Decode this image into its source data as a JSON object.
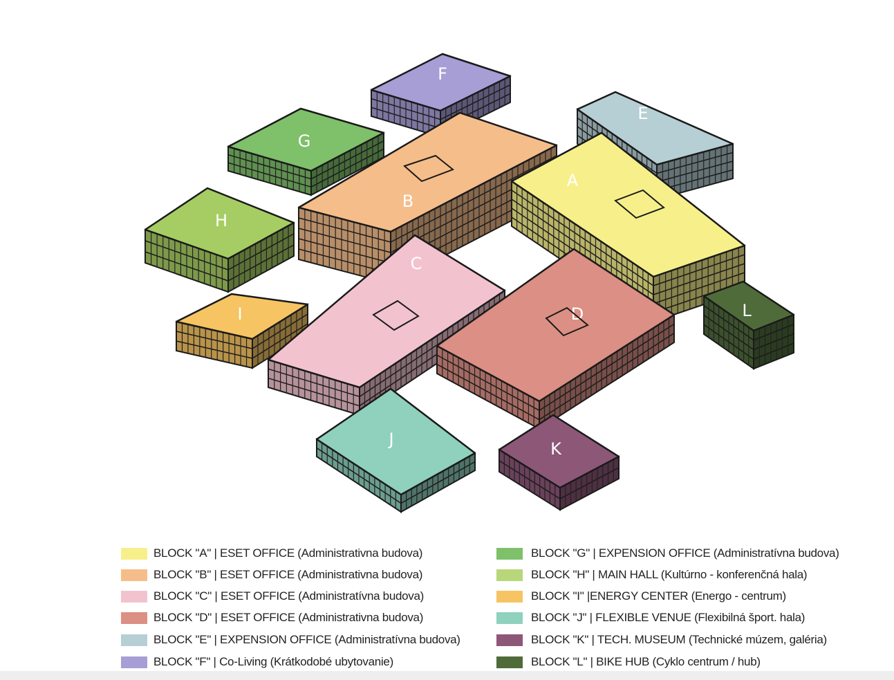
{
  "blocks": [
    {
      "id": "F",
      "label": "F",
      "color": "#a79ed6"
    },
    {
      "id": "E",
      "label": "E",
      "color": "#b6cfd4"
    },
    {
      "id": "G",
      "label": "G",
      "color": "#7fc06a"
    },
    {
      "id": "B",
      "label": "B",
      "color": "#f5bd8a"
    },
    {
      "id": "A",
      "label": "A",
      "color": "#f7f08a"
    },
    {
      "id": "H",
      "label": "H",
      "color": "#a6cd63"
    },
    {
      "id": "I",
      "label": "I",
      "color": "#f6c463"
    },
    {
      "id": "C",
      "label": "C",
      "color": "#f2c3cf"
    },
    {
      "id": "D",
      "label": "D",
      "color": "#dc8f84"
    },
    {
      "id": "L",
      "label": "L",
      "color": "#4f6b3a"
    },
    {
      "id": "J",
      "label": "J",
      "color": "#8fd1bd"
    },
    {
      "id": "K",
      "label": "K",
      "color": "#8d5778"
    }
  ],
  "legend": [
    {
      "text": "BLOCK \"A\" | ESET OFFICE (Administrativna budova)",
      "color": "#f7f08a"
    },
    {
      "text": "BLOCK \"B\" | ESET OFFICE (Administrativna budova)",
      "color": "#f5bd8a"
    },
    {
      "text": "BLOCK \"C\" | ESET OFFICE (Administratívna budova)",
      "color": "#f2c3cf"
    },
    {
      "text": "BLOCK \"D\" | ESET OFFICE (Administrativna budova)",
      "color": "#dc8f84"
    },
    {
      "text": "BLOCK \"E\" | EXPENSION OFFICE (Administratívna budova)",
      "color": "#b6cfd4"
    },
    {
      "text": "BLOCK \"F\" | Co-Living (Krátkodobé ubytovanie)",
      "color": "#a79ed6"
    },
    {
      "text": "BLOCK \"G\" | EXPENSION OFFICE (Administratívna budova)",
      "color": "#7fc06a"
    },
    {
      "text": "BLOCK \"H\" | MAIN HALL (Kultúrno - konferenčná hala)",
      "color": "#b8d77a"
    },
    {
      "text": "BLOCK \"I\" |ENERGY CENTER (Energo - centrum)",
      "color": "#f6c463"
    },
    {
      "text": "BLOCK \"J\" | FLEXIBLE VENUE (Flexibilná šport. hala)",
      "color": "#8fd1bd"
    },
    {
      "text": "BLOCK \"K\" | TECH. MUSEUM (Technické múzem, galéria)",
      "color": "#8d5778"
    },
    {
      "text": "BLOCK \"L\" | BIKE HUB (Cyklo centrum / hub)",
      "color": "#4f6b3a"
    }
  ]
}
